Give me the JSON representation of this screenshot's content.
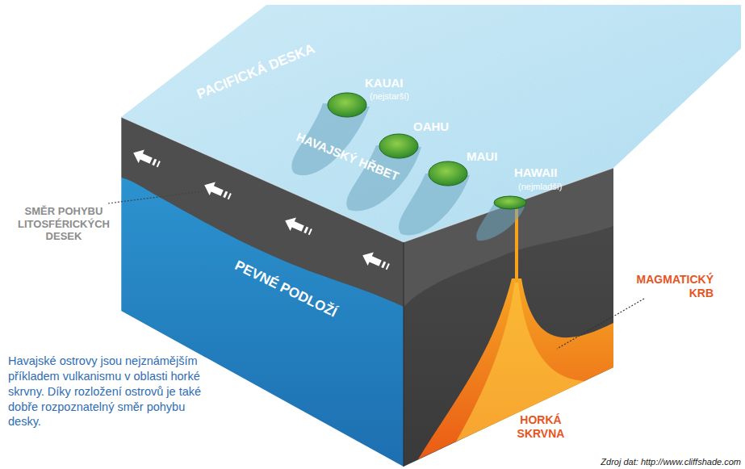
{
  "diagram": {
    "caption": "Havajské ostrovy jsou nejznámějším příkladem vulkanismu v oblasti horké skrvny. Díky rozložení ostrovů je také dobře rozpoznatelný směr pohybu desky.",
    "labels": [
      "PACIFICKÁ DESKA",
      "KAUAI",
      "(nejstarší)",
      "OAHU",
      "HAVAJSKÝ HŘBET",
      "MAUI",
      "HAWAII",
      "(nejmladší)",
      "SMĚR POHYBU LITOSFÉRICKÝCH DESEK",
      "PEVNÉ PODLOŽÍ",
      "MAGMATICKÝ KRB",
      "HORKÁ SKRVNA",
      "Zdroj dat: http://www.cliffshade.com"
    ]
  }
}
